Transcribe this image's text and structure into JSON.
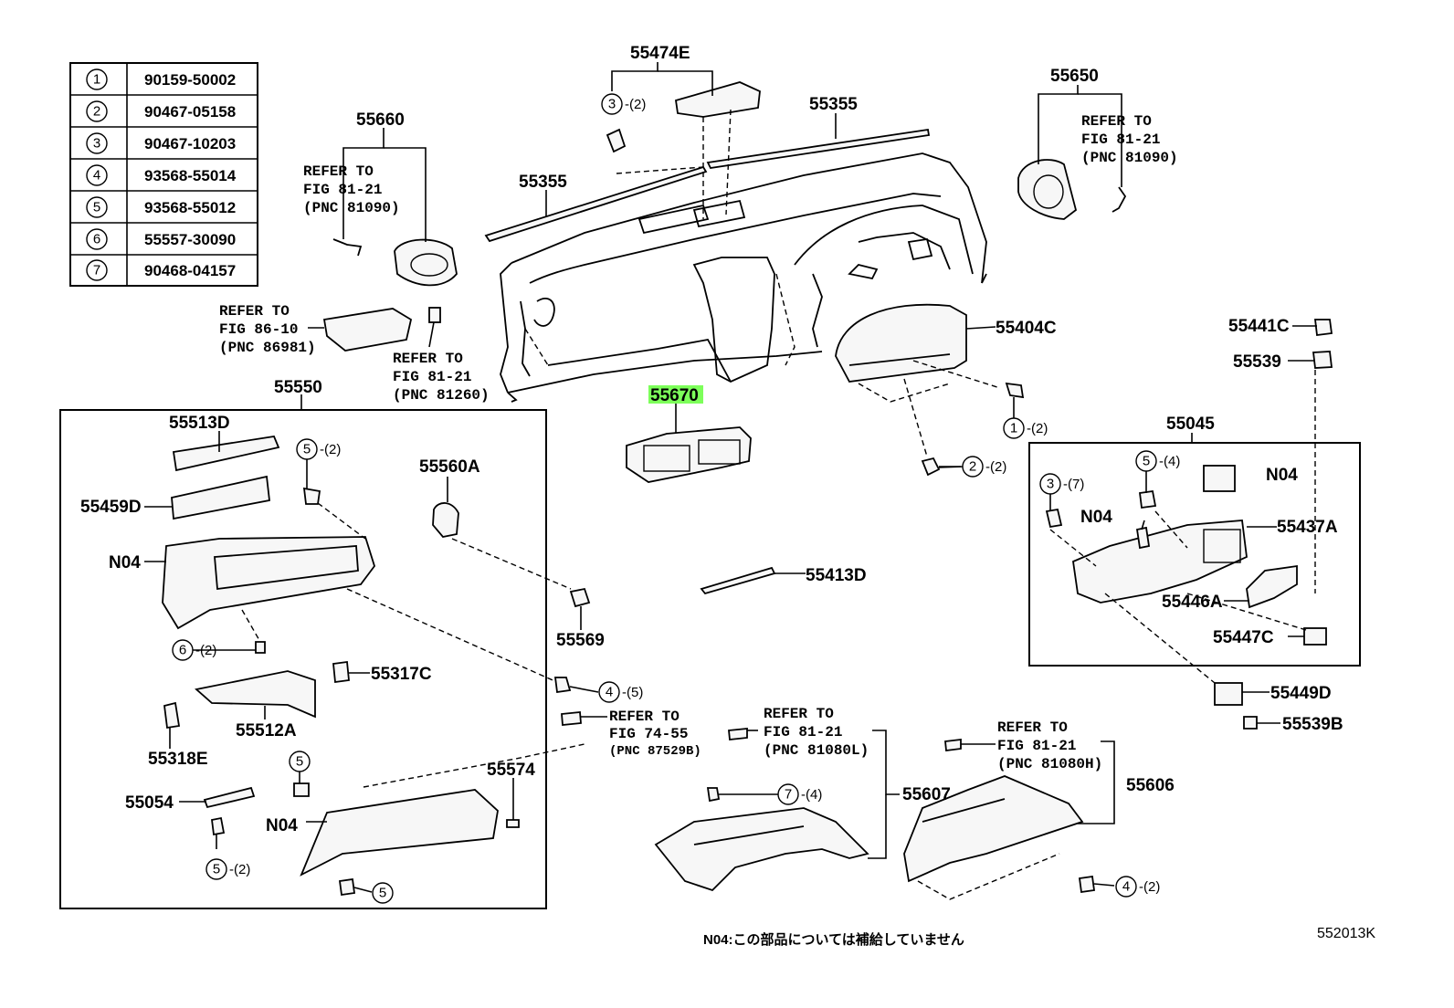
{
  "diagram": {
    "figure_code": "552013K",
    "footnote": "N04:この部品については補給していません",
    "highlighted_part": "55670",
    "table": [
      {
        "num": "1",
        "part": "90159-50002"
      },
      {
        "num": "2",
        "part": "90467-05158"
      },
      {
        "num": "3",
        "part": "90467-10203"
      },
      {
        "num": "4",
        "part": "93568-55014"
      },
      {
        "num": "5",
        "part": "93568-55012"
      },
      {
        "num": "6",
        "part": "55557-30090"
      },
      {
        "num": "7",
        "part": "90468-04157"
      }
    ],
    "labels": {
      "p55474E": "55474E",
      "p55355a": "55355",
      "p55355b": "55355",
      "p55650": "55650",
      "p55660": "55660",
      "p55404C": "55404C",
      "p55441C": "55441C",
      "p55539": "55539",
      "p55550": "55550",
      "p55670": "55670",
      "p55045": "55045",
      "p55513D": "55513D",
      "p55459D": "55459D",
      "p55560A": "55560A",
      "pN04a": "N04",
      "pN04b": "N04",
      "pN04c": "N04",
      "pN04d": "N04",
      "p55437A": "55437A",
      "p55413D": "55413D",
      "p55446A": "55446A",
      "p55569": "55569",
      "p55447C": "55447C",
      "p55317C": "55317C",
      "p55449D": "55449D",
      "p55512A": "55512A",
      "p55539B": "55539B",
      "p55318E": "55318E",
      "p55574": "55574",
      "p55054": "55054",
      "p55607": "55607",
      "p55606": "55606"
    },
    "refs": {
      "r1": [
        "REFER  TO",
        "FIG  81-21",
        "(PNC  81090)"
      ],
      "r2": [
        "REFER  TO",
        "FIG  81-21",
        "(PNC  81090)"
      ],
      "r3": [
        "REFER  TO",
        "FIG  86-10",
        "(PNC  86981)"
      ],
      "r4": [
        "REFER  TO",
        "FIG  81-21",
        "(PNC  81260)"
      ],
      "r5": [
        "REFER  TO",
        "FIG  74-55",
        "(PNC  87529B)"
      ],
      "r6": [
        "REFER  TO",
        "FIG  81-21",
        "(PNC  81080L)"
      ],
      "r7": [
        "REFER  TO",
        "FIG  81-21",
        "(PNC  81080H)"
      ]
    },
    "qty": {
      "q1": "-(2)",
      "q2": "-(2)",
      "q3": "-(2)",
      "q4": "-(2)",
      "q5": "-(4)",
      "q6": "-(7)",
      "q7": "-(2)",
      "q8": "-(5)",
      "q9": "-(4)",
      "q10": "-(2)",
      "q11": "-(2)"
    }
  }
}
